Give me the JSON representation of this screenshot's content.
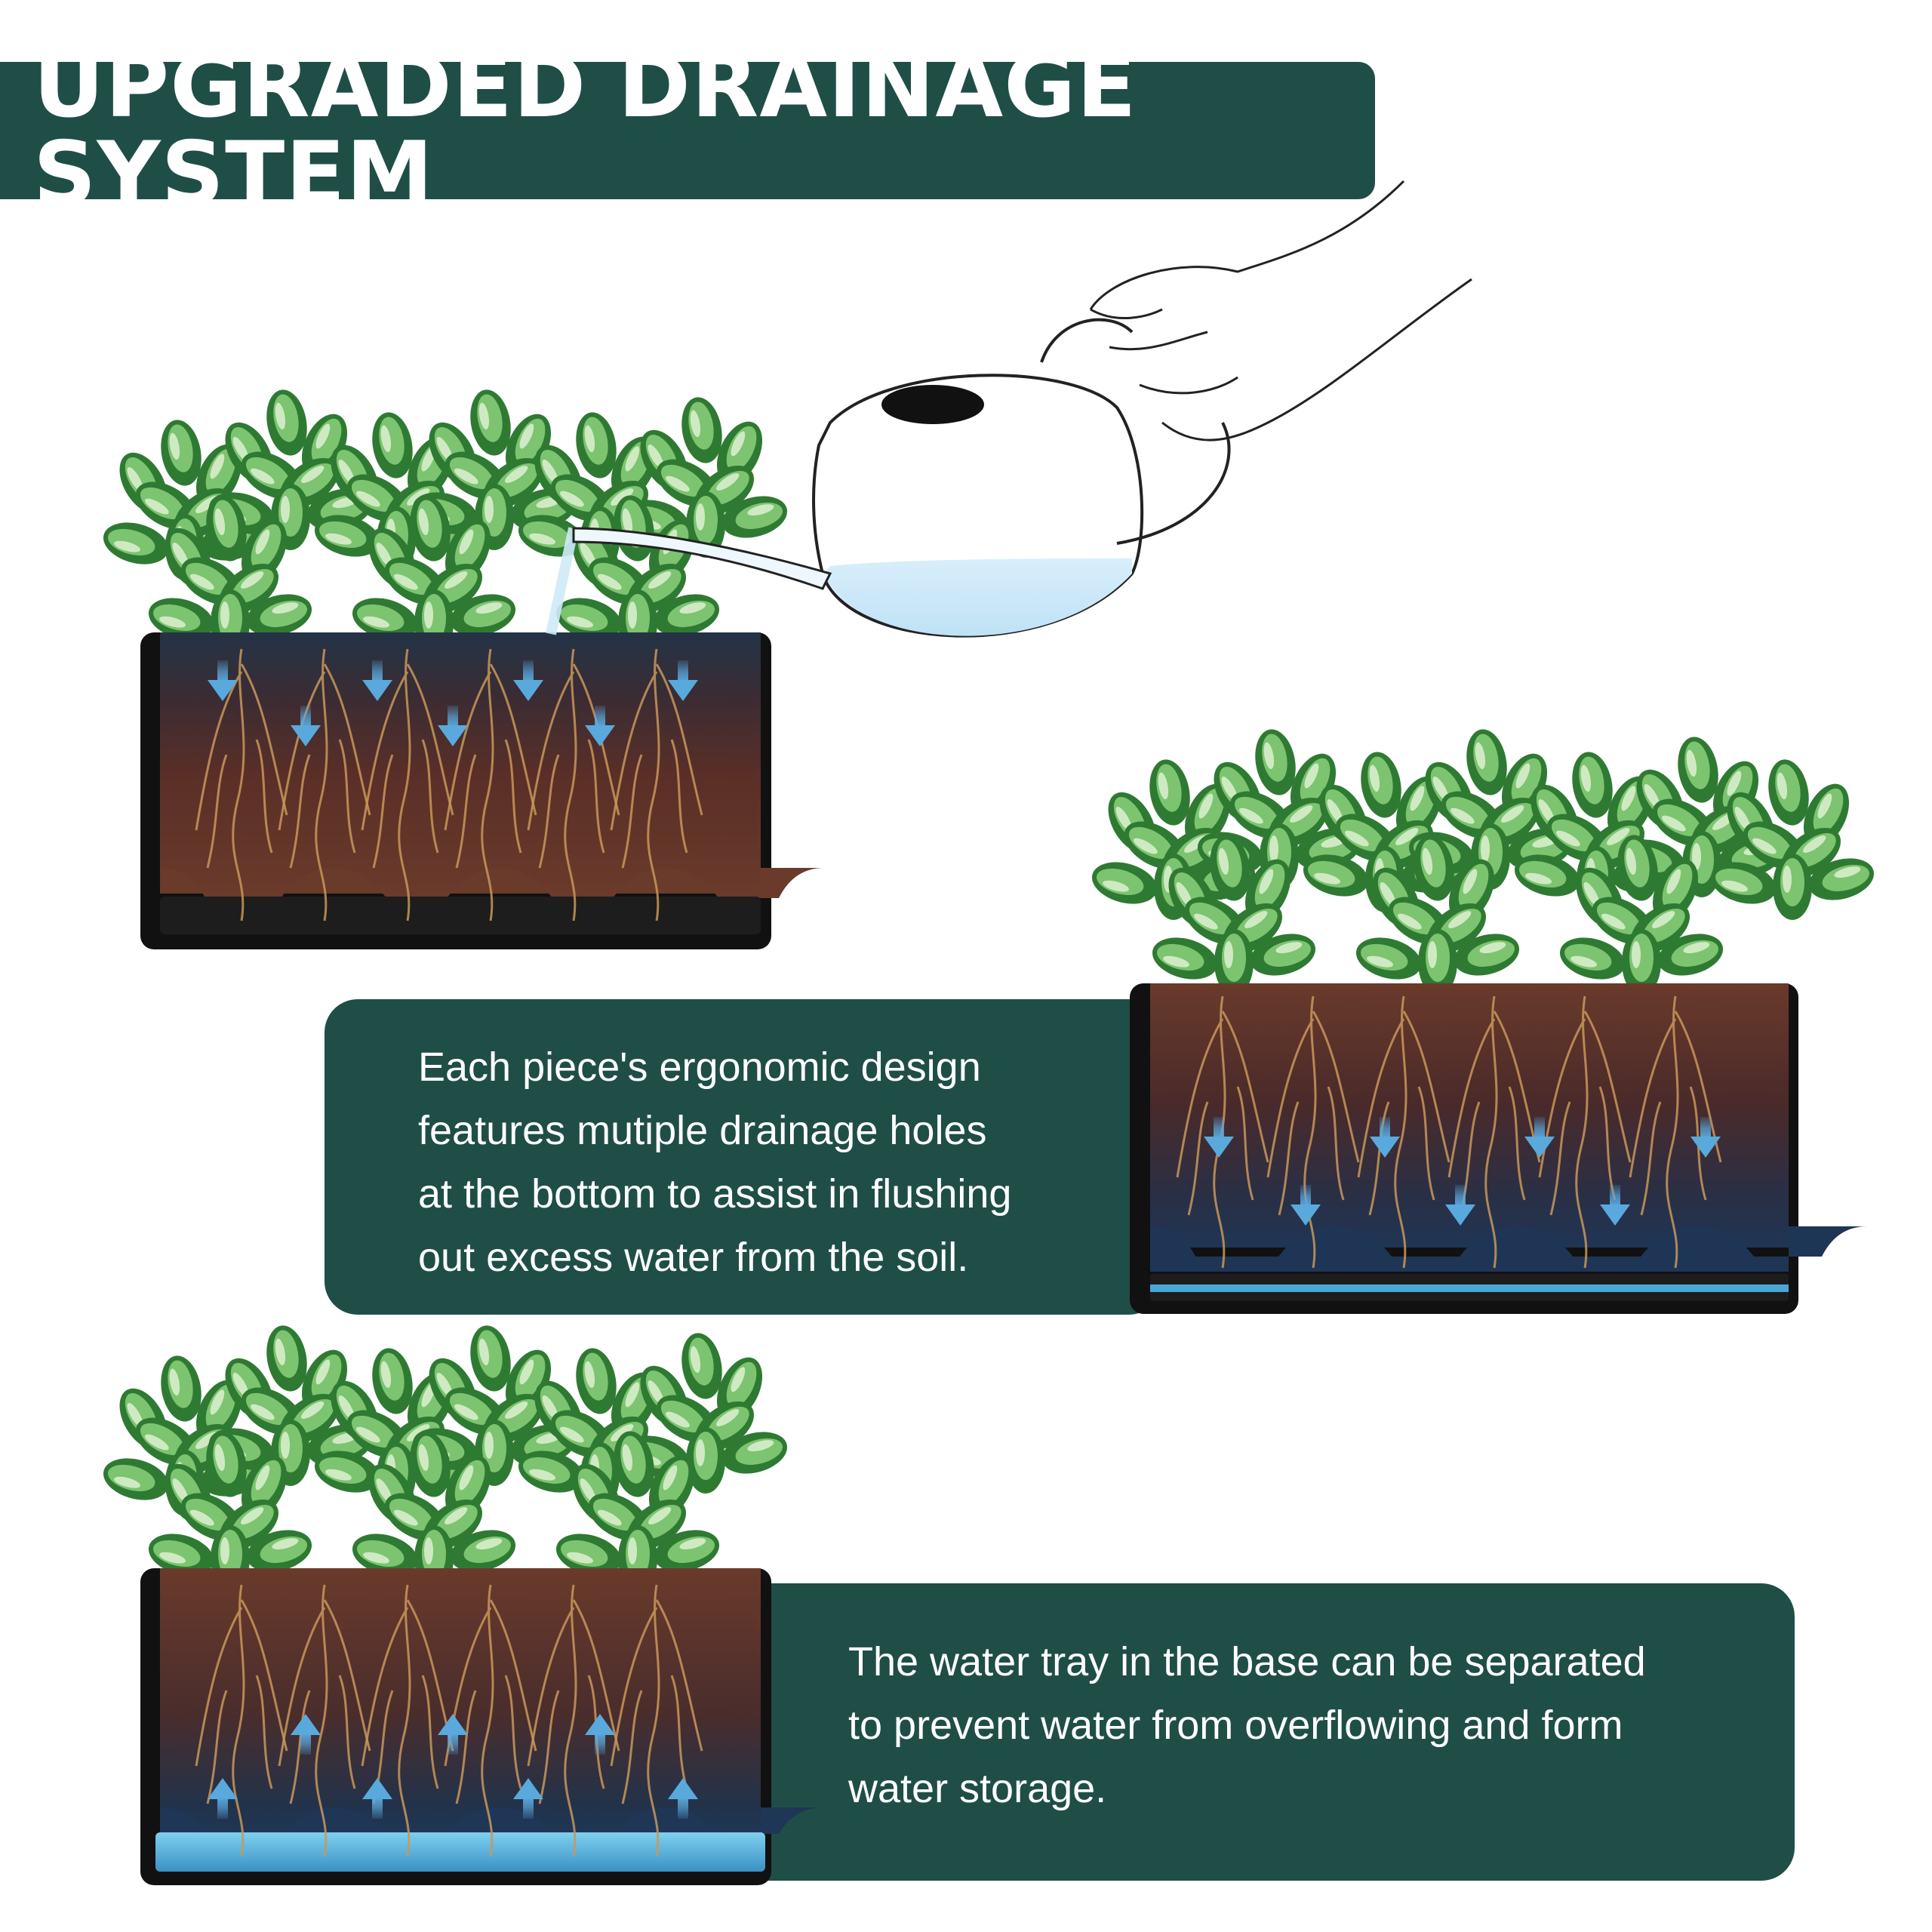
{
  "header": {
    "title": "UPGRADED DRAINAGE SYSTEM"
  },
  "panels": [
    {
      "text": "Each piece's ergonomic design\nfeatures mutiple drainage holes\nat the bottom to assist in flushing\nout excess water from the soil."
    },
    {
      "text": "The water tray in the base can be separated\nto prevent water from overflowing and form\nwater storage."
    }
  ],
  "colors": {
    "brand": "#1f4e47",
    "soil_dark": "#3b2622",
    "soil_mid": "#6b3b2c",
    "water": "#4aa8d8",
    "arrow": "#5aa9dd",
    "pot": "#1a1a1a",
    "leaf": "#3e8d3a",
    "leaf_light": "#9fd190"
  },
  "illustrations": [
    {
      "name": "planter-watering",
      "arrows": "down",
      "icon": "watering-can-icon"
    },
    {
      "name": "planter-draining",
      "arrows": "down"
    },
    {
      "name": "planter-reservoir",
      "arrows": "up"
    }
  ]
}
